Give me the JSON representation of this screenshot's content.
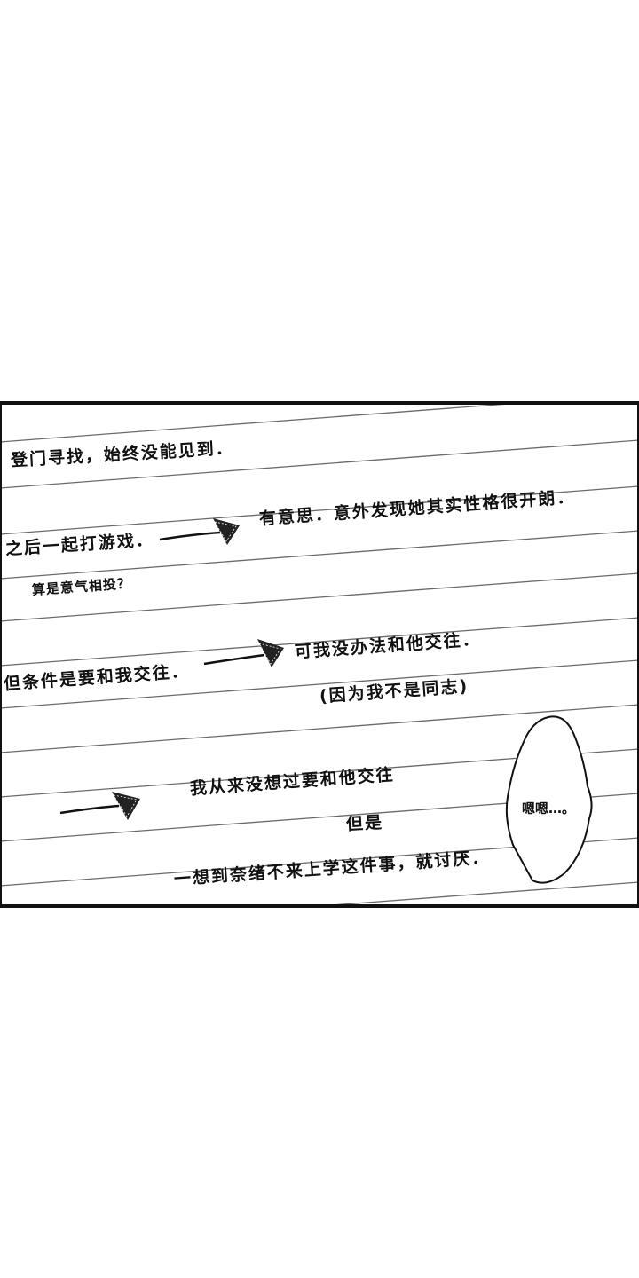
{
  "notebook": {
    "lines": [
      "登门寻找，始终没能见到．",
      "之后一起打游戏．",
      "有意思．意外发现她其实性格很开朗．",
      "算是意气相投？",
      "但条件是要和我交往．",
      "可我没办法和他交往．",
      "(因为我不是同志)",
      "我从来没想过要和他交往",
      "但是",
      "一想到奈绪不来上学这件事，就讨厌．"
    ]
  },
  "speech_bubble": {
    "text": "嗯嗯…。"
  },
  "colors": {
    "ink": "#111111",
    "paper": "#ffffff"
  }
}
